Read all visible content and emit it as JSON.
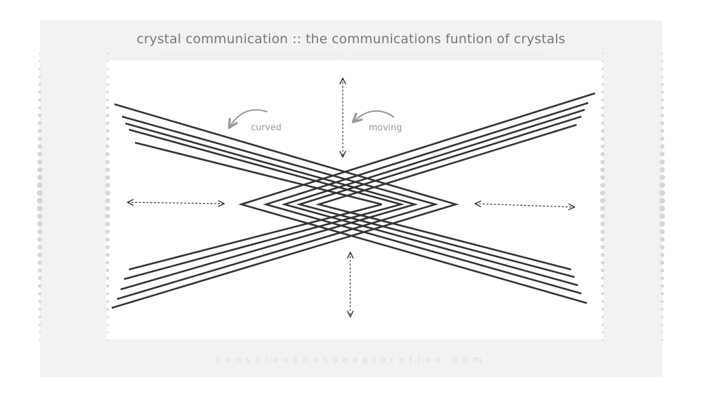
{
  "title": "crystal communication :: the communications funtion of crystals",
  "labels": {
    "curved": "curved",
    "moving": "moving"
  },
  "footer": "consciousnessexploration.com",
  "colors": {
    "frame": "#f2f2f2",
    "line": "#333333",
    "annotation": "#999999",
    "dots": "#d8d6d2"
  }
}
